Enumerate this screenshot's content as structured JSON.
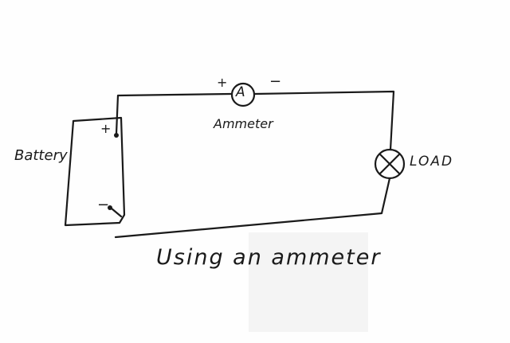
{
  "labels": {
    "battery": "Battery",
    "ammeter": "Ammeter",
    "ammeter_symbol": "A",
    "ammeter_plus": "+",
    "ammeter_minus": "−",
    "battery_plus": "+",
    "battery_minus": "−",
    "load": "LOAD",
    "caption": "Using an ammeter"
  }
}
